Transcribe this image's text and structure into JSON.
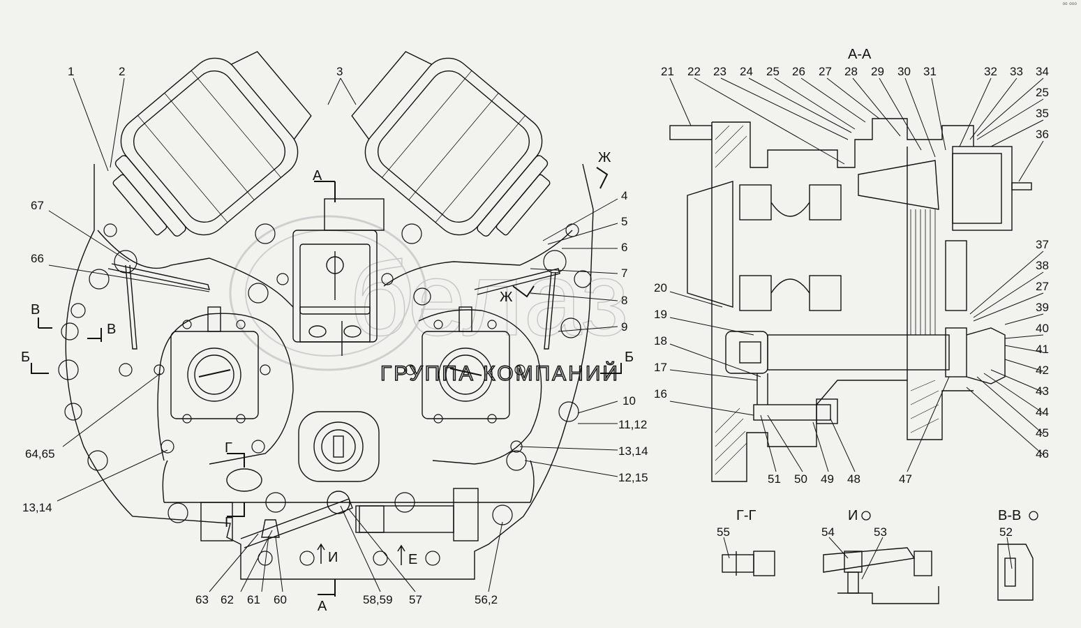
{
  "corner_mark": "⁰⁰ ⁰⁰⁰",
  "watermark": {
    "brand": "белаз",
    "subtitle": "ГРУППА КОМПАНИЙ"
  },
  "sections": {
    "aa": "А-А",
    "gg": "Г-Г",
    "i": "И",
    "vv": "В-В"
  },
  "markers": {
    "a_top": "А",
    "a_bottom": "А",
    "zh_top": "Ж",
    "zh_mid": "Ж",
    "v_left1": "В",
    "v_left2": "В",
    "b_left": "Б",
    "b_right": "Б",
    "g_top": "Г",
    "g_bottom": "Г",
    "i_arrow": "И",
    "e_arrow": "Е"
  },
  "callouts": {
    "c1": "1",
    "c2": "2",
    "c3": "3",
    "c4": "4",
    "c5": "5",
    "c6": "6",
    "c7": "7",
    "c8": "8",
    "c9": "9",
    "c10": "10",
    "c11_12": "11,12",
    "c13_14r": "13,14",
    "c12_15": "12,15",
    "c56_2": "56,2",
    "c57": "57",
    "c58_59": "58,59",
    "c60": "60",
    "c61": "61",
    "c62": "62",
    "c63": "63",
    "c13_14l": "13,14",
    "c64_65": "64,65",
    "c66": "66",
    "c67": "67",
    "c21": "21",
    "c22": "22",
    "c23": "23",
    "c24": "24",
    "c25a": "25",
    "c26": "26",
    "c27a": "27",
    "c28": "28",
    "c29": "29",
    "c30": "30",
    "c31": "31",
    "c32": "32",
    "c33": "33",
    "c34": "34",
    "c25b": "25",
    "c35": "35",
    "c36": "36",
    "c37": "37",
    "c38": "38",
    "c27b": "27",
    "c39": "39",
    "c40": "40",
    "c41": "41",
    "c42": "42",
    "c43": "43",
    "c44": "44",
    "c45": "45",
    "c46": "46",
    "c47": "47",
    "c48": "48",
    "c49": "49",
    "c50": "50",
    "c51": "51",
    "c16": "16",
    "c17": "17",
    "c18": "18",
    "c19": "19",
    "c20": "20",
    "c55": "55",
    "c54": "54",
    "c53": "53",
    "c52": "52"
  }
}
